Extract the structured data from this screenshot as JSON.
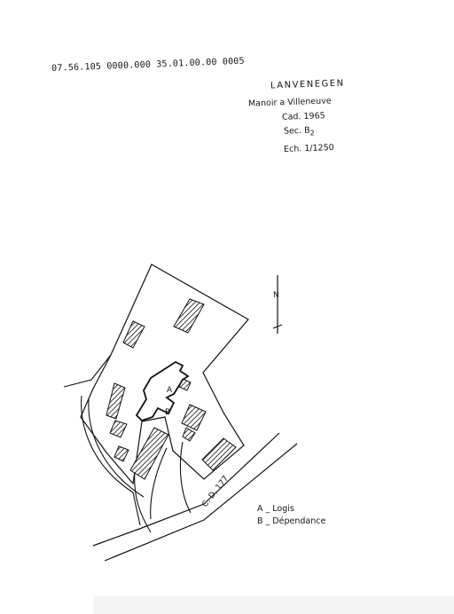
{
  "reference": "07.56.105  0000.000  35.01.00.00  0005",
  "header": {
    "place": "LANVENEGEN",
    "site": "Manoir a Villeneuve",
    "cadastre": "Cad. 1965",
    "section_prefix": "Sec. B",
    "section_sub": "2",
    "scale": "Ech. 1/1250"
  },
  "north_label": "N",
  "road_label": "C. D. 177",
  "building_labels": {
    "a": "A",
    "b": "B"
  },
  "legend": {
    "a": "A _ Logis",
    "b": "B _ Dépendance"
  }
}
